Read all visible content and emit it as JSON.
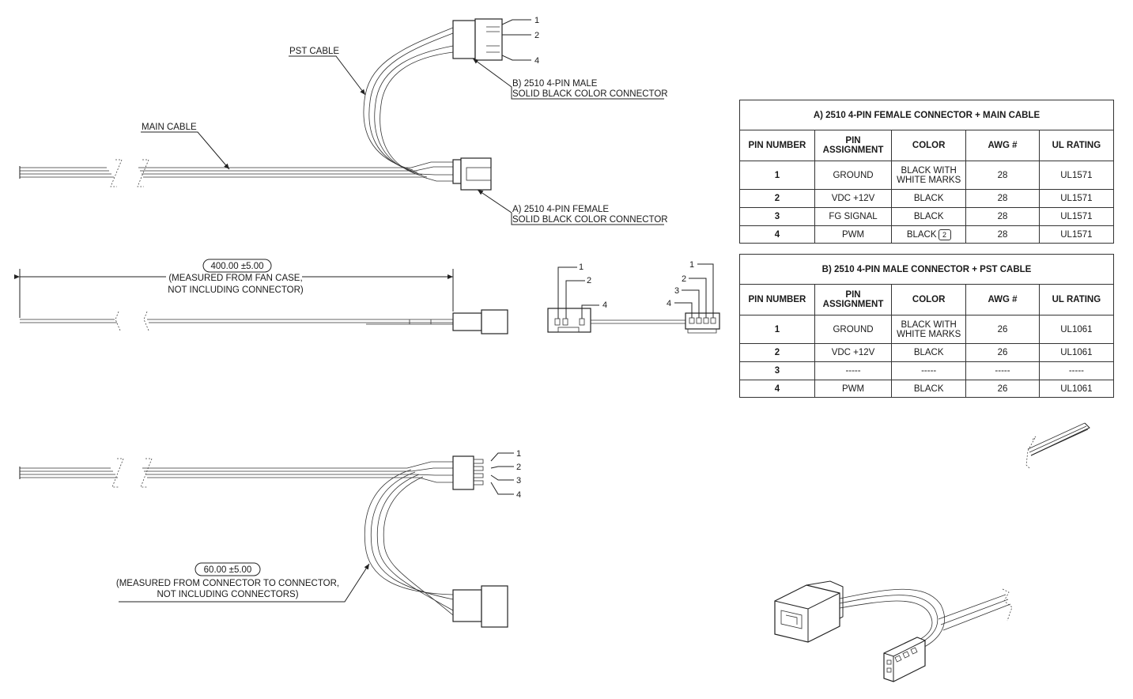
{
  "labels": {
    "pst_cable": "PST CABLE",
    "main_cable": "MAIN CABLE",
    "male_connector_line1": "B) 2510 4-PIN MALE",
    "male_connector_line2": "SOLID BLACK COLOR CONNECTOR",
    "female_connector_line1": "A) 2510 4-PIN FEMALE",
    "female_connector_line2": "SOLID BLACK COLOR CONNECTOR"
  },
  "dimensions": {
    "main_length": "400.00 ±5.00",
    "main_note_line1": "(MEASURED FROM FAN CASE,",
    "main_note_line2": "NOT INCLUDING CONNECTOR)",
    "pst_length": "60.00 ±5.00",
    "pst_note_line1": "(MEASURED FROM CONNECTOR TO CONNECTOR,",
    "pst_note_line2": "NOT INCLUDING CONNECTORS)"
  },
  "pin_numbers": [
    "1",
    "2",
    "3",
    "4"
  ],
  "table_a": {
    "title": "A) 2510 4-PIN FEMALE CONNECTOR + MAIN CABLE",
    "headers": [
      "PIN NUMBER",
      "PIN ASSIGNMENT",
      "COLOR",
      "AWG #",
      "UL RATING"
    ],
    "rows": [
      [
        "1",
        "GROUND",
        "BLACK WITH WHITE MARKS",
        "28",
        "UL1571"
      ],
      [
        "2",
        "VDC +12V",
        "BLACK",
        "28",
        "UL1571"
      ],
      [
        "3",
        "FG SIGNAL",
        "BLACK",
        "28",
        "UL1571"
      ],
      [
        "4",
        "PWM",
        "BLACK",
        "28",
        "UL1571"
      ]
    ],
    "revision_mark": "2"
  },
  "table_b": {
    "title": "B) 2510 4-PIN MALE CONNECTOR + PST CABLE",
    "headers": [
      "PIN NUMBER",
      "PIN ASSIGNMENT",
      "COLOR",
      "AWG #",
      "UL RATING"
    ],
    "rows": [
      [
        "1",
        "GROUND",
        "BLACK WITH WHITE MARKS",
        "26",
        "UL1061"
      ],
      [
        "2",
        "VDC +12V",
        "BLACK",
        "26",
        "UL1061"
      ],
      [
        "3",
        "-----",
        "-----",
        "-----",
        "-----"
      ],
      [
        "4",
        "PWM",
        "BLACK",
        "26",
        "UL1061"
      ]
    ]
  }
}
